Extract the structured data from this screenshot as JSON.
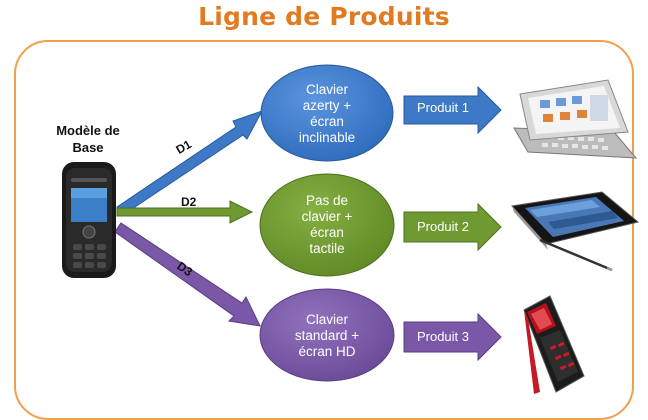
{
  "title": "Ligne de Produits",
  "base_label": "Modèle de\nBase",
  "branches": [
    {
      "d_label": "D1",
      "node": "Clavier\nazerty +\nécran\ninclinable",
      "product": "Produit 1",
      "color": "#3d79c7"
    },
    {
      "d_label": "D2",
      "node": "Pas de\nclavier +\nécran\ntactile",
      "product": "Produit 2",
      "color": "#6f9a31"
    },
    {
      "d_label": "D3",
      "node": "Clavier\nstandard +\nécran HD",
      "product": "Produit 3",
      "color": "#7b57a8"
    }
  ],
  "colors": {
    "title": "#e27a20",
    "frame": "#f0a04b"
  },
  "icons": [
    "basic-phone-icon",
    "slider-smartphone-icon",
    "touchscreen-phone-icon",
    "red-music-phone-icon"
  ]
}
